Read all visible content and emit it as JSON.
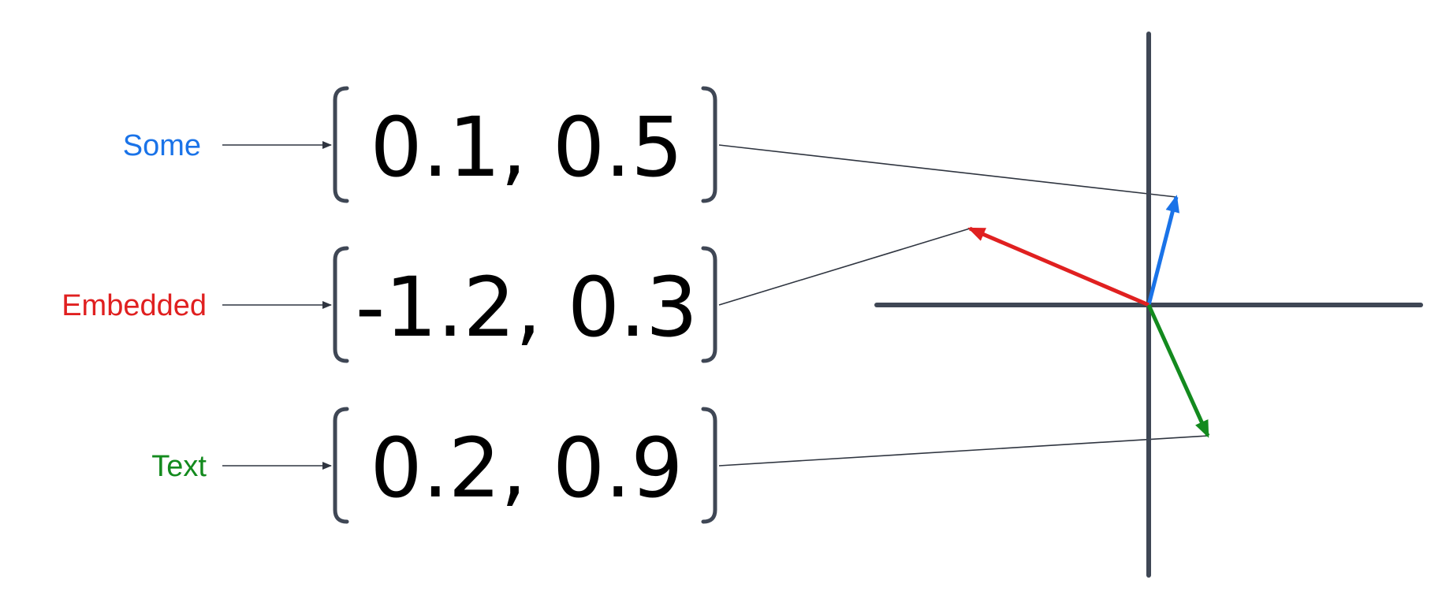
{
  "words": [
    {
      "id": "some",
      "text": "Some",
      "color": "#1a73e8",
      "vector_text": "0.1, 0.5",
      "vector": [
        0.1,
        0.5
      ]
    },
    {
      "id": "embedded",
      "text": "Embedded",
      "color": "#e02020",
      "vector_text": "-1.2, 0.3",
      "vector": [
        -1.2,
        0.3
      ]
    },
    {
      "id": "text",
      "text": "Text",
      "color": "#138a1e",
      "vector_text": "0.2, 0.9",
      "vector": [
        0.2,
        0.9
      ]
    }
  ],
  "colors": {
    "axis": "#3f4755",
    "bracket": "#3f4755",
    "connector": "#2f3540"
  },
  "icons": {
    "input_arrow": "arrow-right-icon"
  }
}
